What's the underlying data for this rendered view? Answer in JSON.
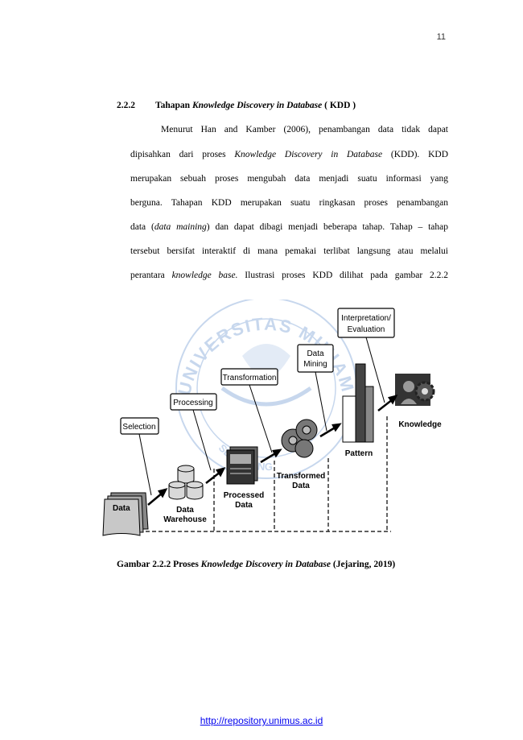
{
  "page_number": "11",
  "heading": {
    "number": "2.2.2",
    "prefix": "Tahapan ",
    "italic": "Knowledge Discovery in Database",
    "suffix": " ( KDD )"
  },
  "paragraph": {
    "l1": "Menurut Han and Kamber (2006), penambangan data tidak dapat",
    "l2a": "dipisahkan dari proses ",
    "l2i": "Knowledge Discovery in Database",
    "l2b": " (KDD). KDD",
    "l3": "merupakan sebuah proses mengubah data menjadi suatu informasi yang",
    "l4": "berguna. Tahapan KDD merupakan suatu ringkasan proses penambangan",
    "l5a": "data (",
    "l5i": "data maining",
    "l5b": ") dan dapat dibagi menjadi beberapa tahap. Tahap – tahap",
    "l6": "tersebut bersifat interaktif di mana pemakai terlibat langsung atau melalui",
    "l7a": "perantara ",
    "l7i": "knowledge base.",
    "l7b": "  Ilustrasi proses KDD dilihat pada  gambar  2.2.2"
  },
  "figure": {
    "labels": {
      "selection": "Selection",
      "processing": "Processing",
      "transformation": "Transformation",
      "data_mining_1": "Data",
      "data_mining_2": "Mining",
      "interp_1": "Interpretation/",
      "interp_2": "Evaluation",
      "data": "Data",
      "warehouse_1": "Data",
      "warehouse_2": "Warehouse",
      "processed_1": "Processed",
      "processed_2": "Data",
      "transformed_1": "Transformed",
      "transformed_2": "Data",
      "pattern": "Pattern",
      "knowledge": "Knowledge"
    },
    "watermark": {
      "text_top": "UNIVERSITAS MUHAMMADIYAH",
      "text_bottom": "SEMARANG"
    }
  },
  "caption": {
    "prefix": "Gambar 2.2.2 Proses ",
    "italic": "Knowledge Discovery in Database",
    "suffix": " (Jejaring, 2019)"
  },
  "footer_link": "http://repository.unimus.ac.id"
}
